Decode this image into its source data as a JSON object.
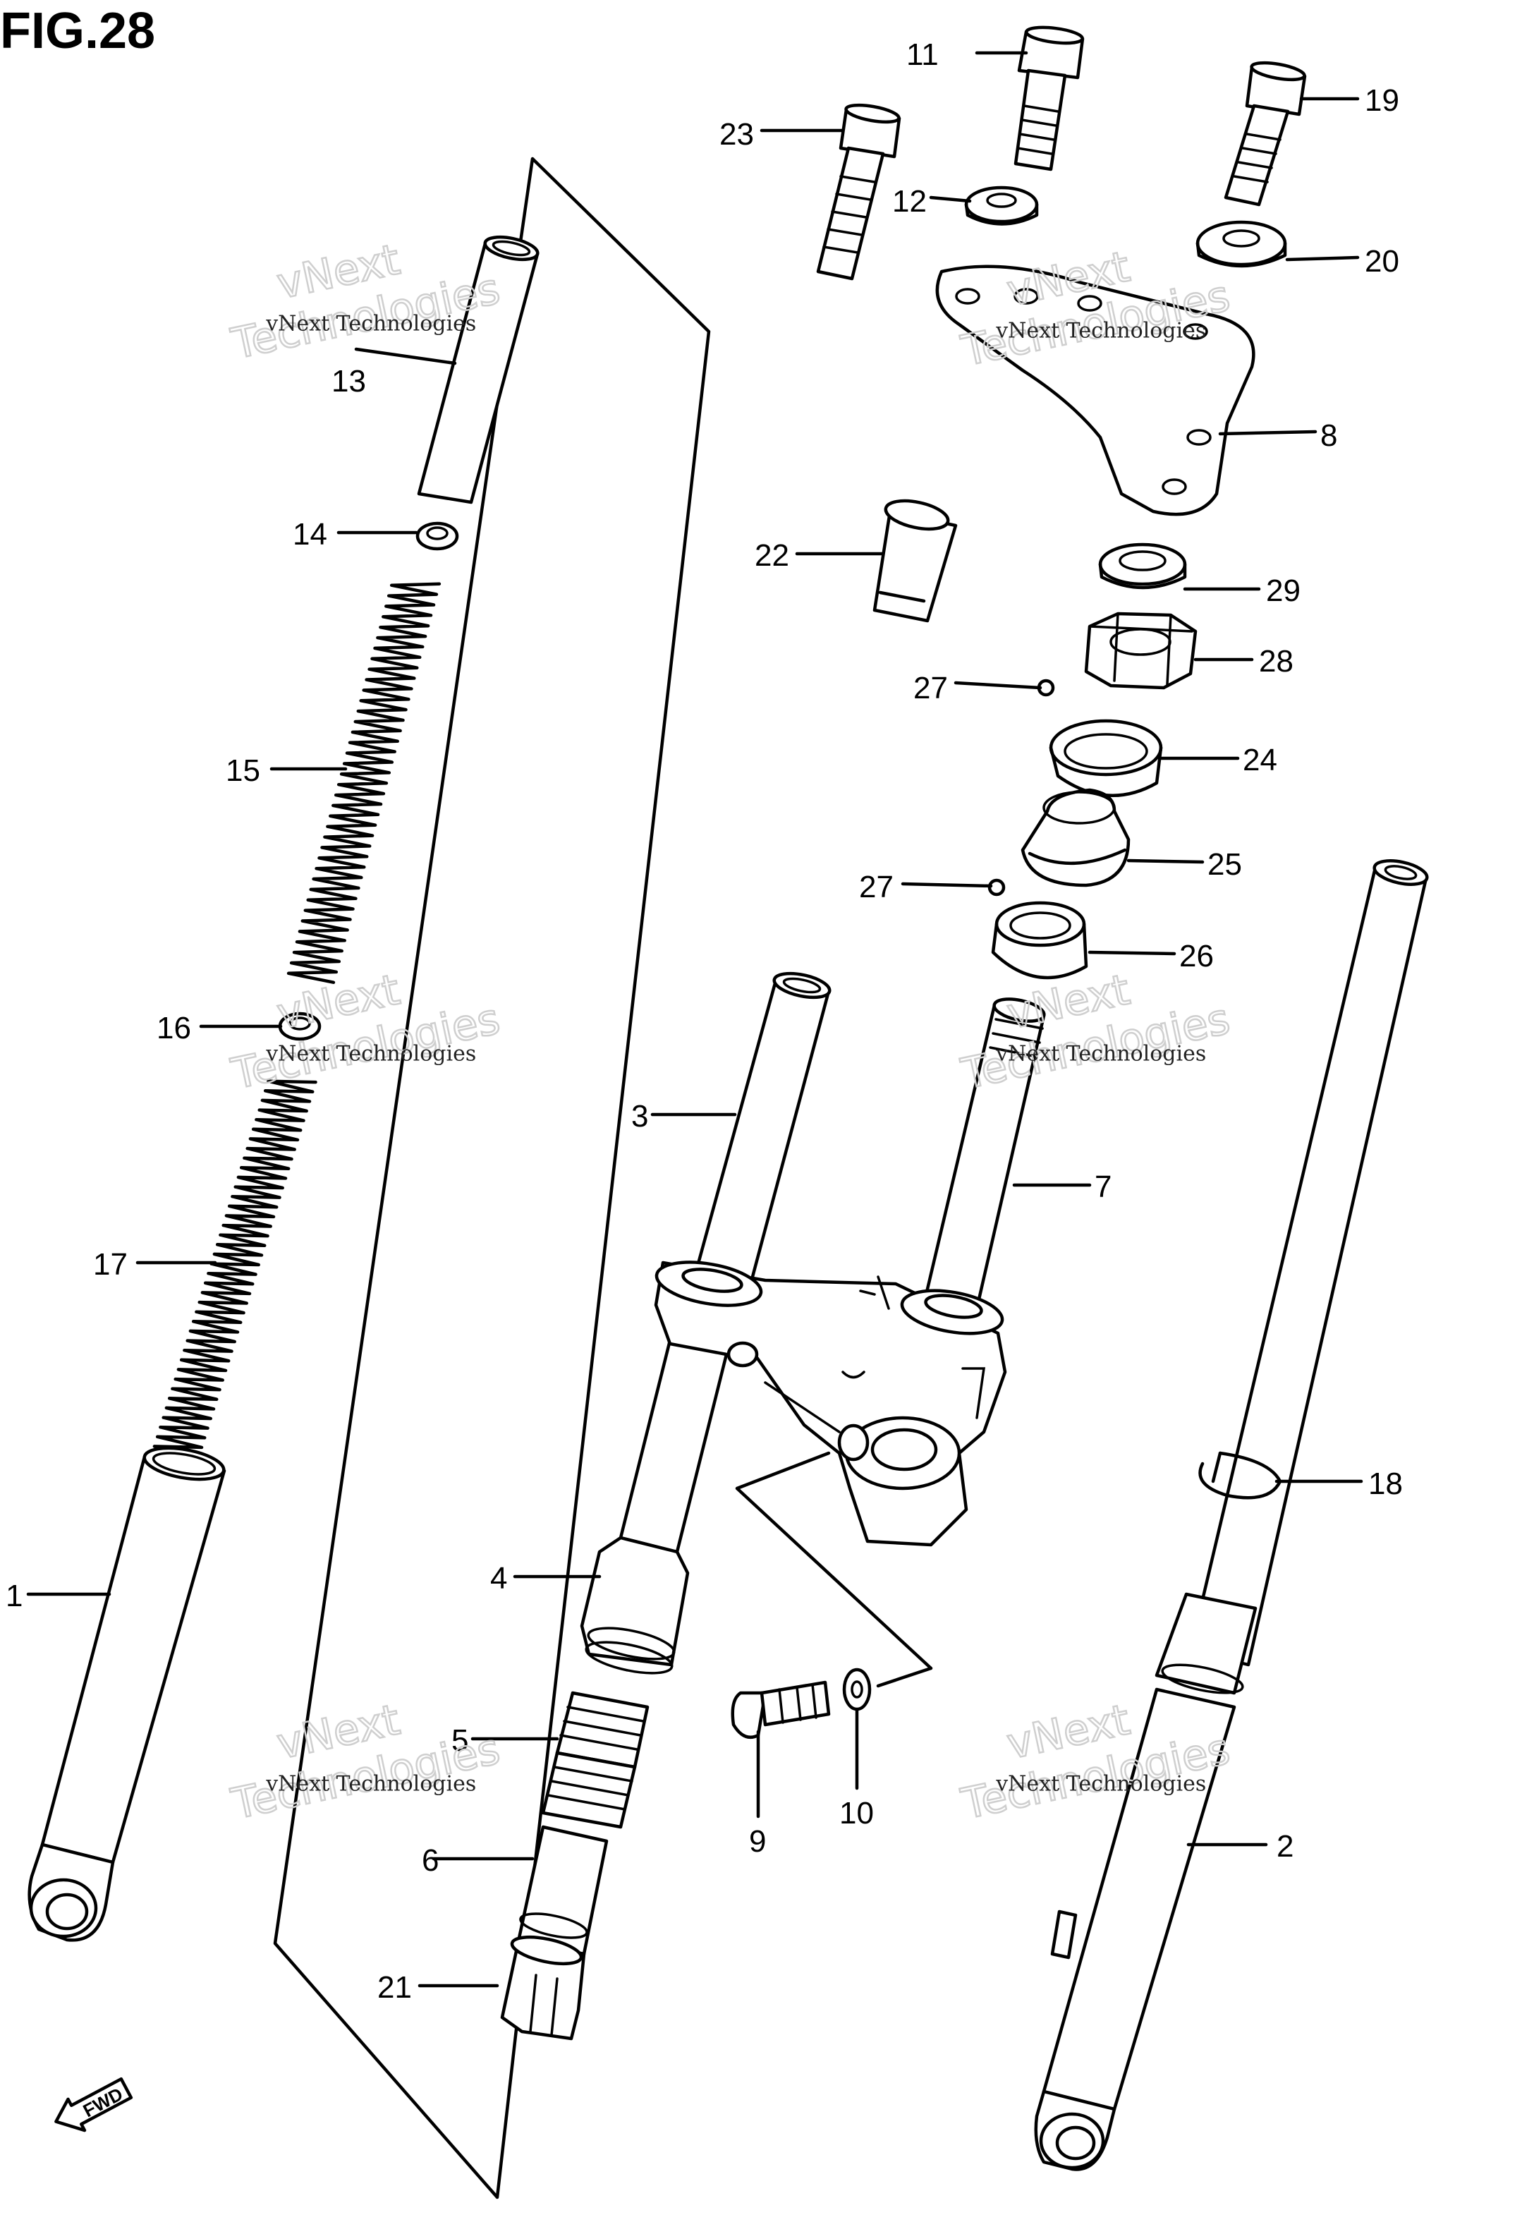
{
  "figure_title": "FIG.28",
  "watermark": {
    "line1": "vNext Technologies",
    "line2": "vNext",
    "line3": "Technologies"
  },
  "fwd_label": "FWD",
  "callouts": {
    "p1": "1",
    "p2": "2",
    "p3": "3",
    "p4": "4",
    "p5": "5",
    "p6": "6",
    "p7": "7",
    "p8": "8",
    "p9": "9",
    "p10": "10",
    "p11": "11",
    "p12": "12",
    "p13": "13",
    "p14": "14",
    "p15": "15",
    "p16": "16",
    "p17": "17",
    "p18": "18",
    "p19": "19",
    "p20": "20",
    "p21": "21",
    "p22": "22",
    "p23": "23",
    "p24": "24",
    "p25": "25",
    "p26": "26",
    "p27a": "27",
    "p27b": "27",
    "p28": "28",
    "p29": "29"
  }
}
